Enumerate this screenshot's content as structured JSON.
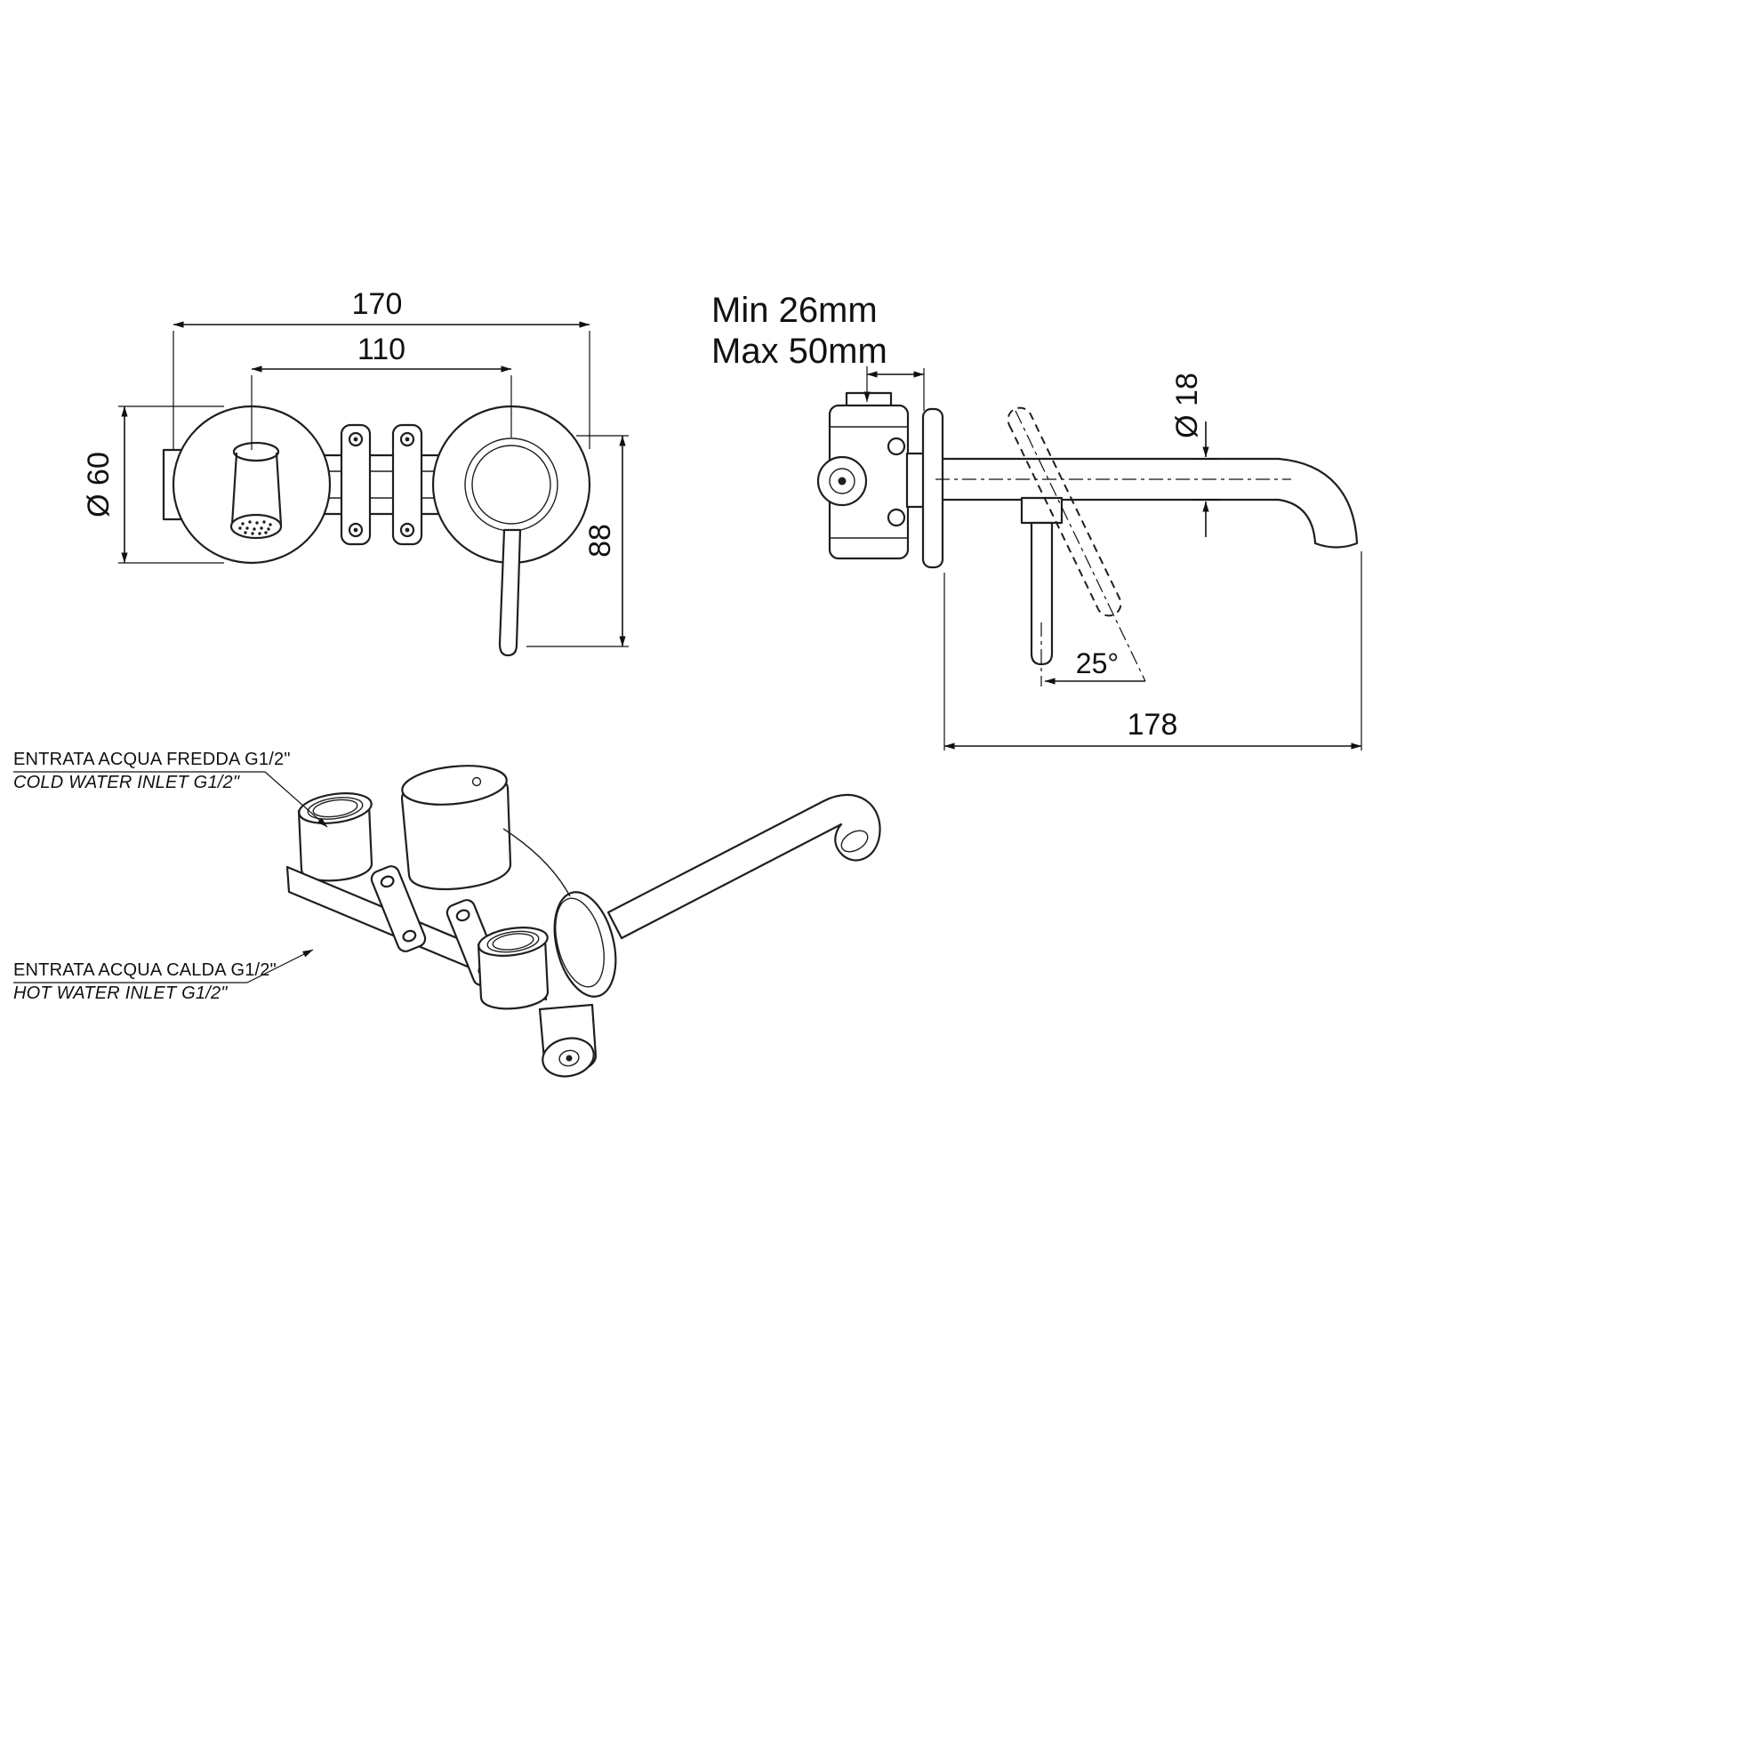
{
  "front_view": {
    "dim_total_width": "170",
    "dim_center_distance": "110",
    "dim_escutcheon_diameter": "Ø 60",
    "dim_handle_length": "88"
  },
  "side_view": {
    "wall_depth_min": "Min 26mm",
    "wall_depth_max": "Max 50mm",
    "dim_spout_diameter": "Ø 18",
    "dim_handle_angle": "25°",
    "dim_spout_reach": "178"
  },
  "iso_view": {
    "cold_inlet_label_it": "ENTRATA ACQUA FREDDA G1/2\"",
    "cold_inlet_label_en": "COLD WATER INLET G1/2\"",
    "hot_inlet_label_it": "ENTRATA ACQUA CALDA G1/2\"",
    "hot_inlet_label_en": "HOT WATER INLET G1/2\""
  },
  "colors": {
    "line": "#1f1f1f",
    "dim": "#111111",
    "cold": "#1414cc",
    "hot": "#d40000"
  }
}
